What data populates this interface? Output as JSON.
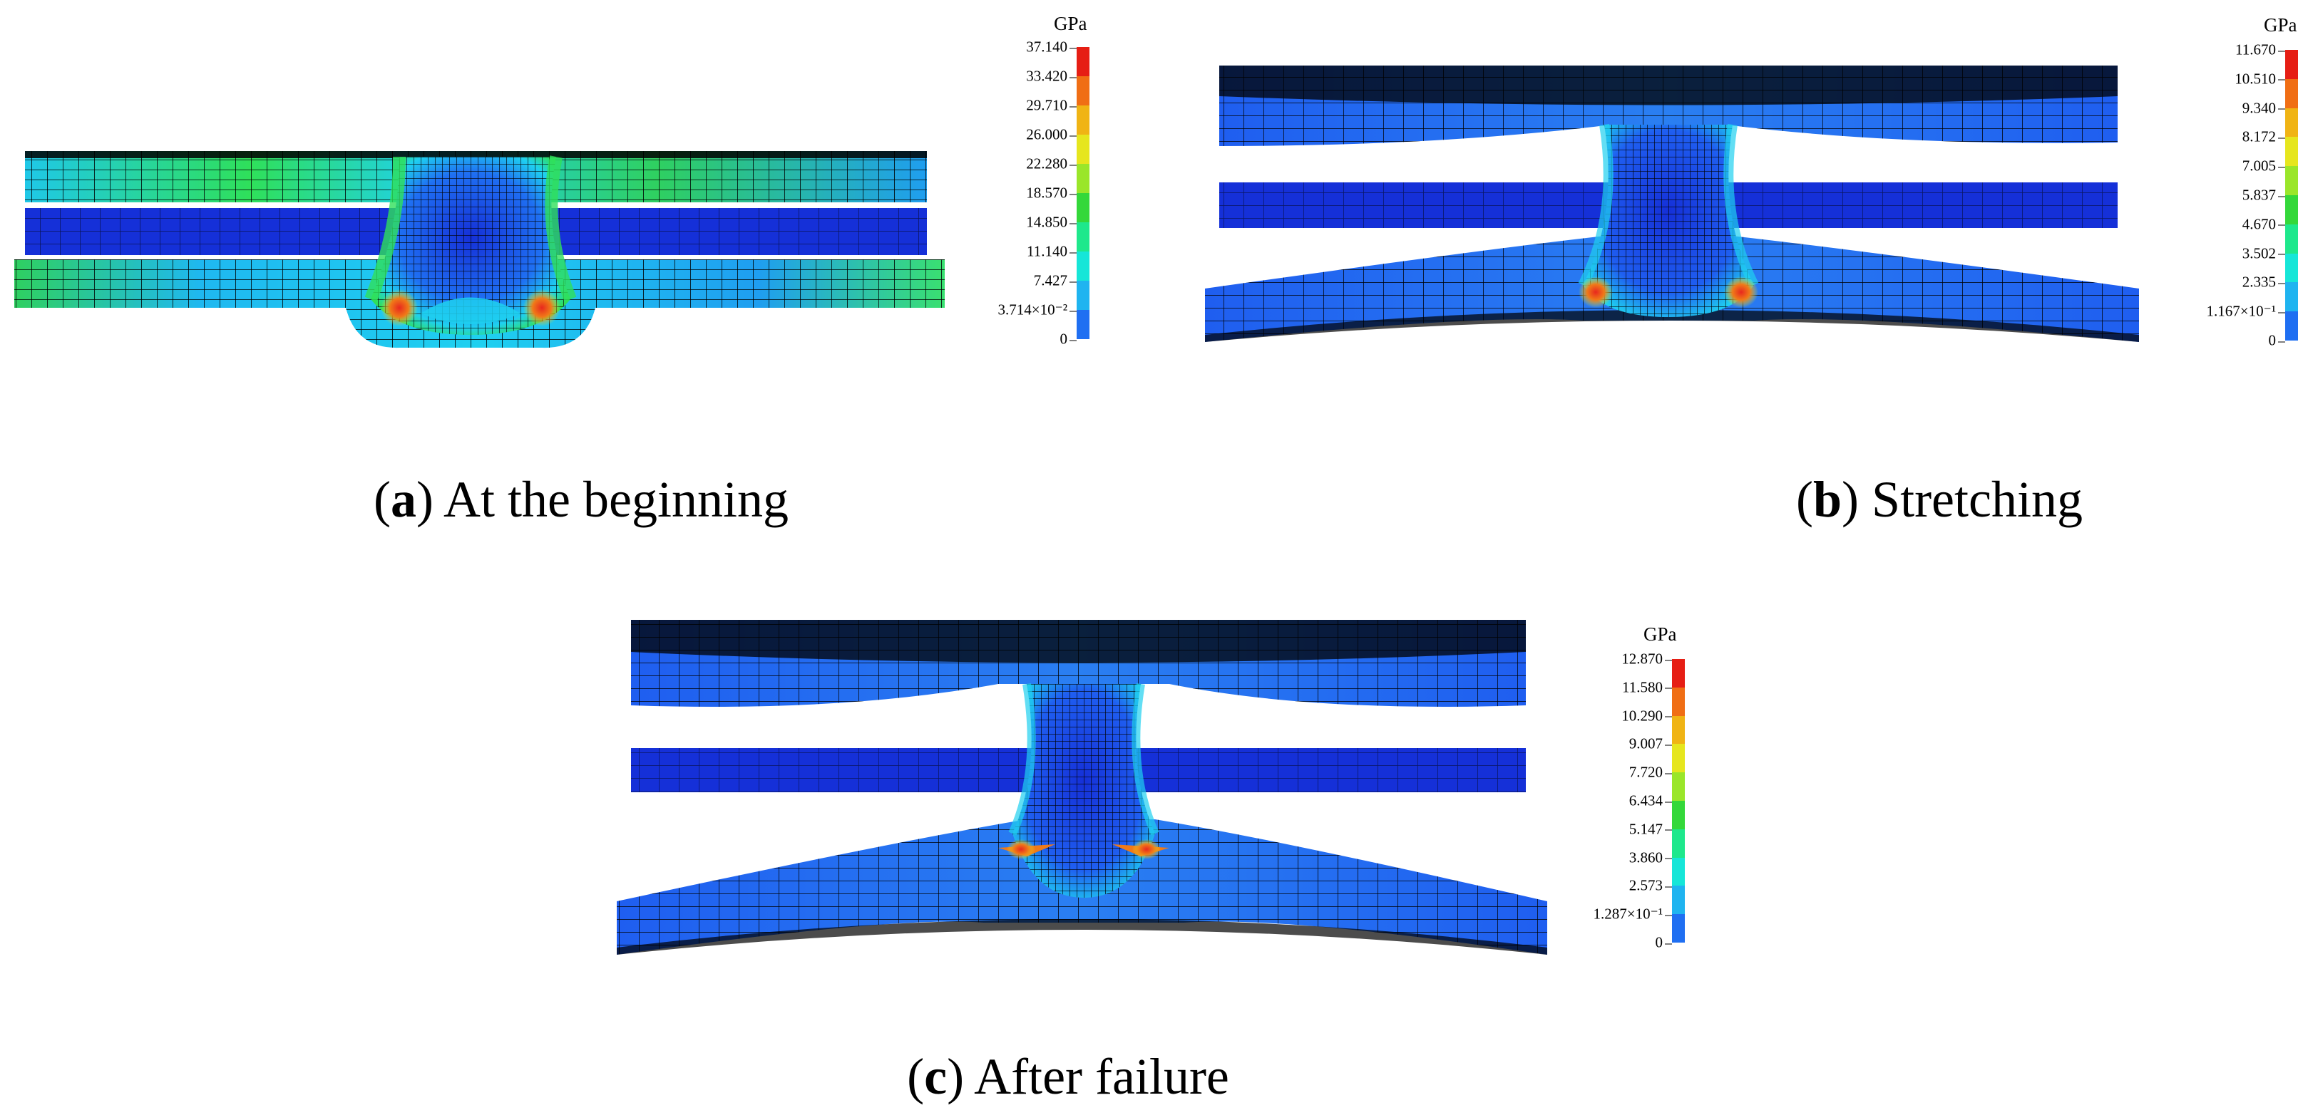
{
  "colors": {
    "mesh_line": "#000000",
    "deep_blue": "#1530d8",
    "blue": "#1f5ef0",
    "mid_blue": "#2a7ff2",
    "cyan": "#1fd0f0",
    "green": "#2fe05a",
    "red": "#e8281e",
    "orange": "#f07a18"
  },
  "legend_scale_colors": [
    "#0a14e6",
    "#1f6ff2",
    "#1fb4f0",
    "#16e6d8",
    "#1ee88c",
    "#34d83a",
    "#9ae62a",
    "#e6e61e",
    "#f0b414",
    "#f06e14",
    "#e61e14"
  ],
  "panels": [
    {
      "caption_letter": "a",
      "caption_text": "At the beginning",
      "legend": {
        "unit": "GPa",
        "ticks": [
          "37.140",
          "33.420",
          "29.710",
          "26.000",
          "22.280",
          "18.570",
          "14.850",
          "11.140",
          "7.427",
          "3.714×10⁻²",
          "0"
        ]
      }
    },
    {
      "caption_letter": "b",
      "caption_text": "Stretching",
      "legend": {
        "unit": "GPa",
        "ticks": [
          "11.670",
          "10.510",
          "9.340",
          "8.172",
          "7.005",
          "5.837",
          "4.670",
          "3.502",
          "2.335",
          "1.167×10⁻¹",
          "0"
        ]
      }
    },
    {
      "caption_letter": "c",
      "caption_text": "After failure",
      "legend": {
        "unit": "GPa",
        "ticks": [
          "12.870",
          "11.580",
          "10.290",
          "9.007",
          "7.720",
          "6.434",
          "5.147",
          "3.860",
          "2.573",
          "1.287×10⁻¹",
          "0"
        ]
      }
    }
  ]
}
